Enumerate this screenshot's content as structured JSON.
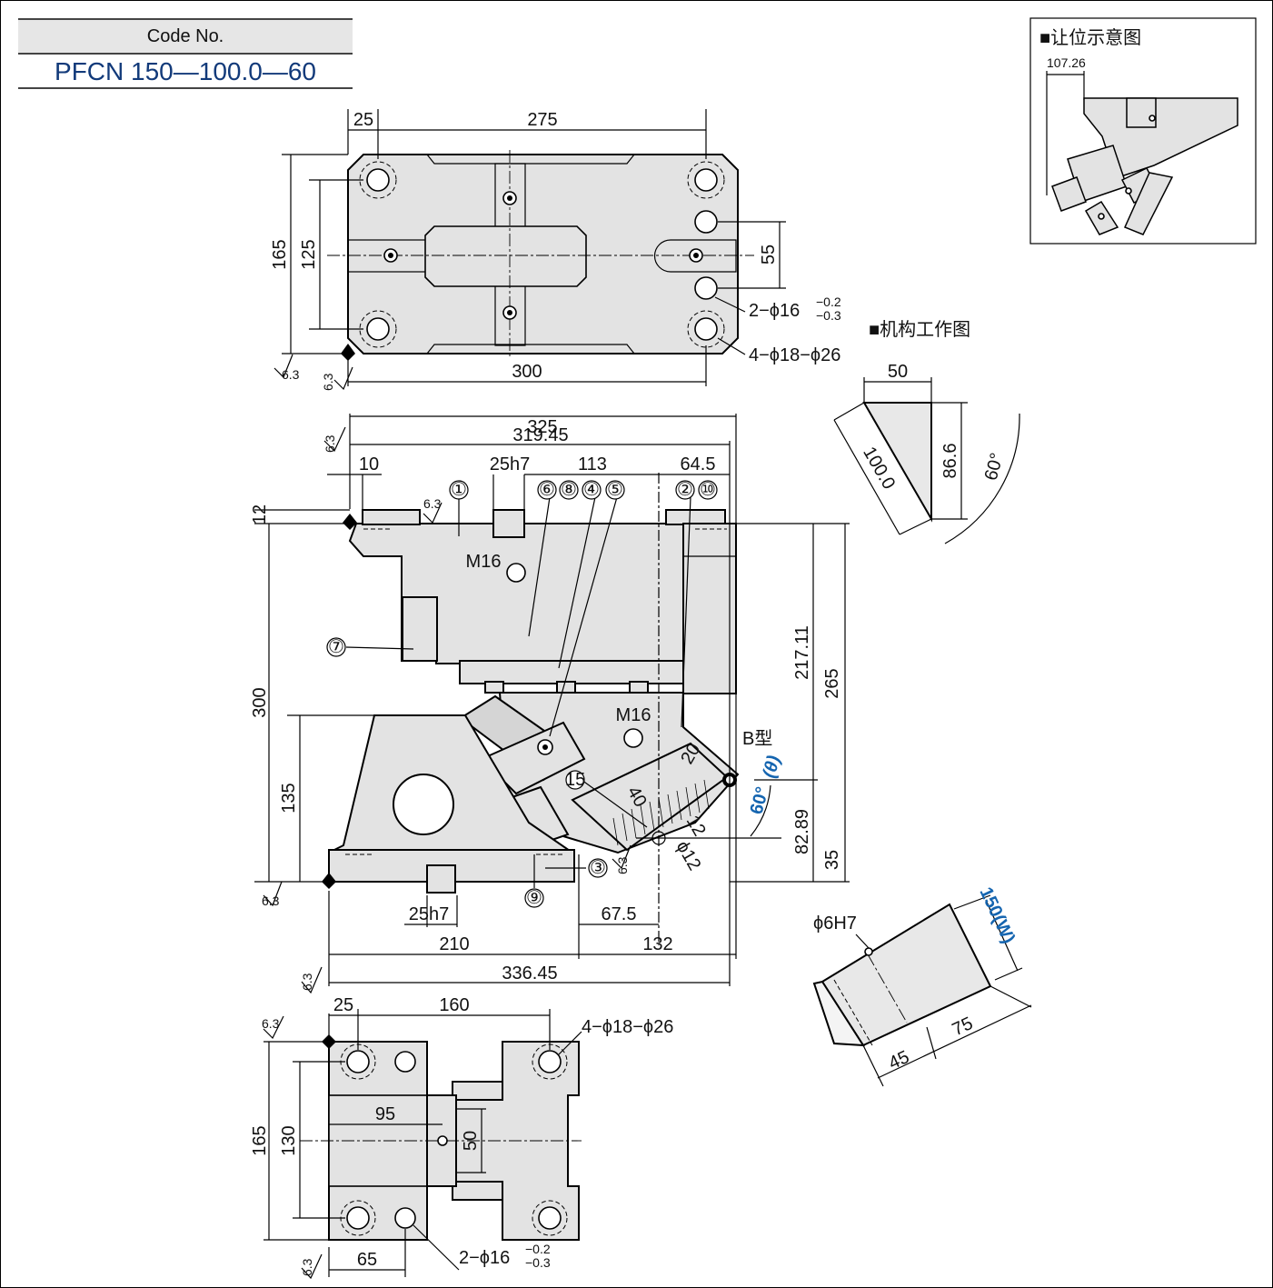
{
  "code_label": "Code No.",
  "code_value": "PFCN 150—100.0—60",
  "titles": {
    "clearance": "■让位示意图",
    "mechanism": "■机构工作图"
  },
  "top_view": {
    "d25": "25",
    "d275": "275",
    "d165": "165",
    "d125": "125",
    "d55": "55",
    "d300": "300",
    "holes_a": "2−ϕ16",
    "holes_a_tol_top": "−0.2",
    "holes_a_tol_bot": "−0.3",
    "holes_b": "4−ϕ18−ϕ26",
    "rough": "6.3"
  },
  "front_view": {
    "d325": "325",
    "d31945": "319.45",
    "d10": "10",
    "d25h7": "25h7",
    "d113": "113",
    "d645": "64.5",
    "d12": "12",
    "d300": "300",
    "d135": "135",
    "d21711": "217.11",
    "d265": "265",
    "d8289": "82.89",
    "d35": "35",
    "d210": "210",
    "d675": "67.5",
    "d132": "132",
    "d33645": "336.45",
    "d20": "20",
    "d40": "40",
    "d15": "15",
    "d12b": "12",
    "phi12": "ϕ12",
    "m16": "M16",
    "btype": "B型",
    "angle": "60°",
    "theta": "(θ)",
    "b1": "①",
    "b2": "②",
    "b3": "③",
    "b4": "④",
    "b5": "⑤",
    "b6": "⑥",
    "b7": "⑦",
    "b8": "⑧",
    "b9": "⑨",
    "b10": "⑩",
    "rough": "6.3"
  },
  "bottom_view": {
    "d25": "25",
    "d160": "160",
    "d165": "165",
    "d130": "130",
    "d95": "95",
    "d50": "50",
    "d65": "65",
    "holes_a": "2−ϕ16",
    "holes_a_tol_top": "−0.2",
    "holes_a_tol_bot": "−0.3",
    "holes_b": "4−ϕ18−ϕ26",
    "rough": "6.3"
  },
  "clearance": {
    "d10726": "107.26"
  },
  "mechanism": {
    "d50": "50",
    "d1000": "100.0",
    "d866": "86.6",
    "angle": "60°"
  },
  "block": {
    "phi6": "ϕ6H7",
    "width": "150(W)",
    "d45": "45",
    "d75": "75"
  },
  "colors": {
    "accent": "#1565b0",
    "part_fill": "#e3e3e3",
    "code_value": "#123a7a"
  }
}
